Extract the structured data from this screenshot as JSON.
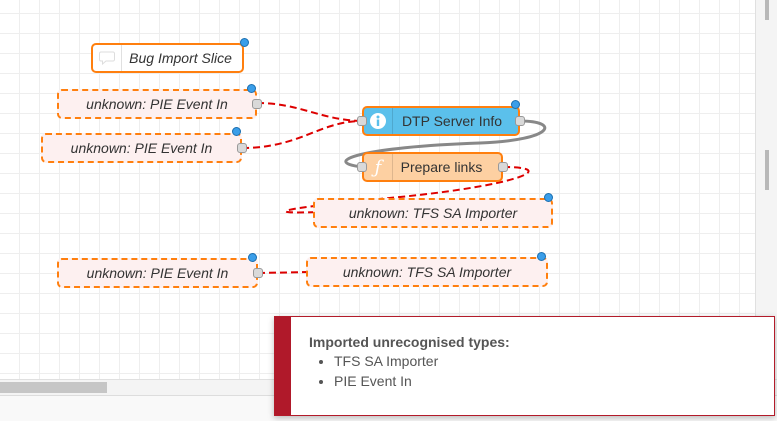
{
  "nodes": {
    "comment": {
      "label": "Bug Import Slice",
      "icon": "comment-icon"
    },
    "pie1": {
      "label": "unknown: PIE Event In"
    },
    "pie2": {
      "label": "unknown: PIE Event In"
    },
    "pie3": {
      "label": "unknown: PIE Event In"
    },
    "dtp": {
      "label": "DTP Server Info",
      "icon": "info-icon",
      "color": "#5bc0eb"
    },
    "prepare": {
      "label": "Prepare links",
      "icon": "function-icon",
      "color": "#fdd0a2"
    },
    "tfs1": {
      "label": "unknown: TFS SA Importer"
    },
    "tfs2": {
      "label": "unknown: TFS SA Importer"
    }
  },
  "notification": {
    "title": "Imported unrecognised types:",
    "items": [
      "TFS SA Importer",
      "PIE Event In"
    ]
  },
  "colors": {
    "node_border": "#ff7f0e",
    "unknown_wire": "#dd0000",
    "wire": "#888888",
    "changed_dot": "#3a9ee9",
    "error_accent": "#b0192a"
  }
}
